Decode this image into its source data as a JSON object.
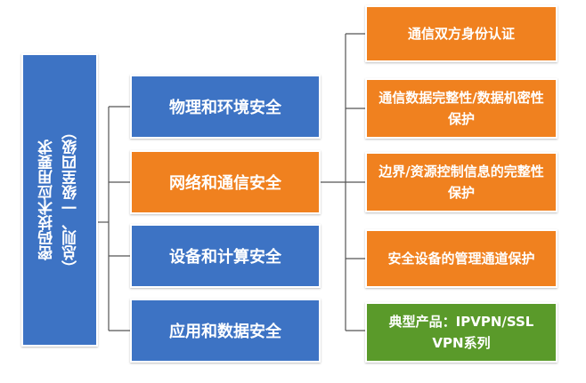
{
  "diagram": {
    "root": {
      "line1": "密码技术应用要求",
      "line2": "（总则、一级至四级）"
    },
    "categories": [
      {
        "label": "物理和环境安全",
        "color": "#3d73c4"
      },
      {
        "label": "网络和通信安全",
        "color": "#f0811f"
      },
      {
        "label": "设备和计算安全",
        "color": "#3d73c4"
      },
      {
        "label": "应用和数据安全",
        "color": "#3d73c4"
      }
    ],
    "subitems": [
      {
        "label": "通信双方身份认证",
        "color": "#f0811f"
      },
      {
        "label": "通信数据完整性/数据机密性保护",
        "color": "#f0811f"
      },
      {
        "label": "边界/资源控制信息的完整性保护",
        "color": "#f0811f"
      },
      {
        "label": "安全设备的管理通道保护",
        "color": "#f0811f"
      },
      {
        "label": "典型产品：IPVPN/SSL VPN系列",
        "color": "#5a9a2a"
      }
    ]
  }
}
